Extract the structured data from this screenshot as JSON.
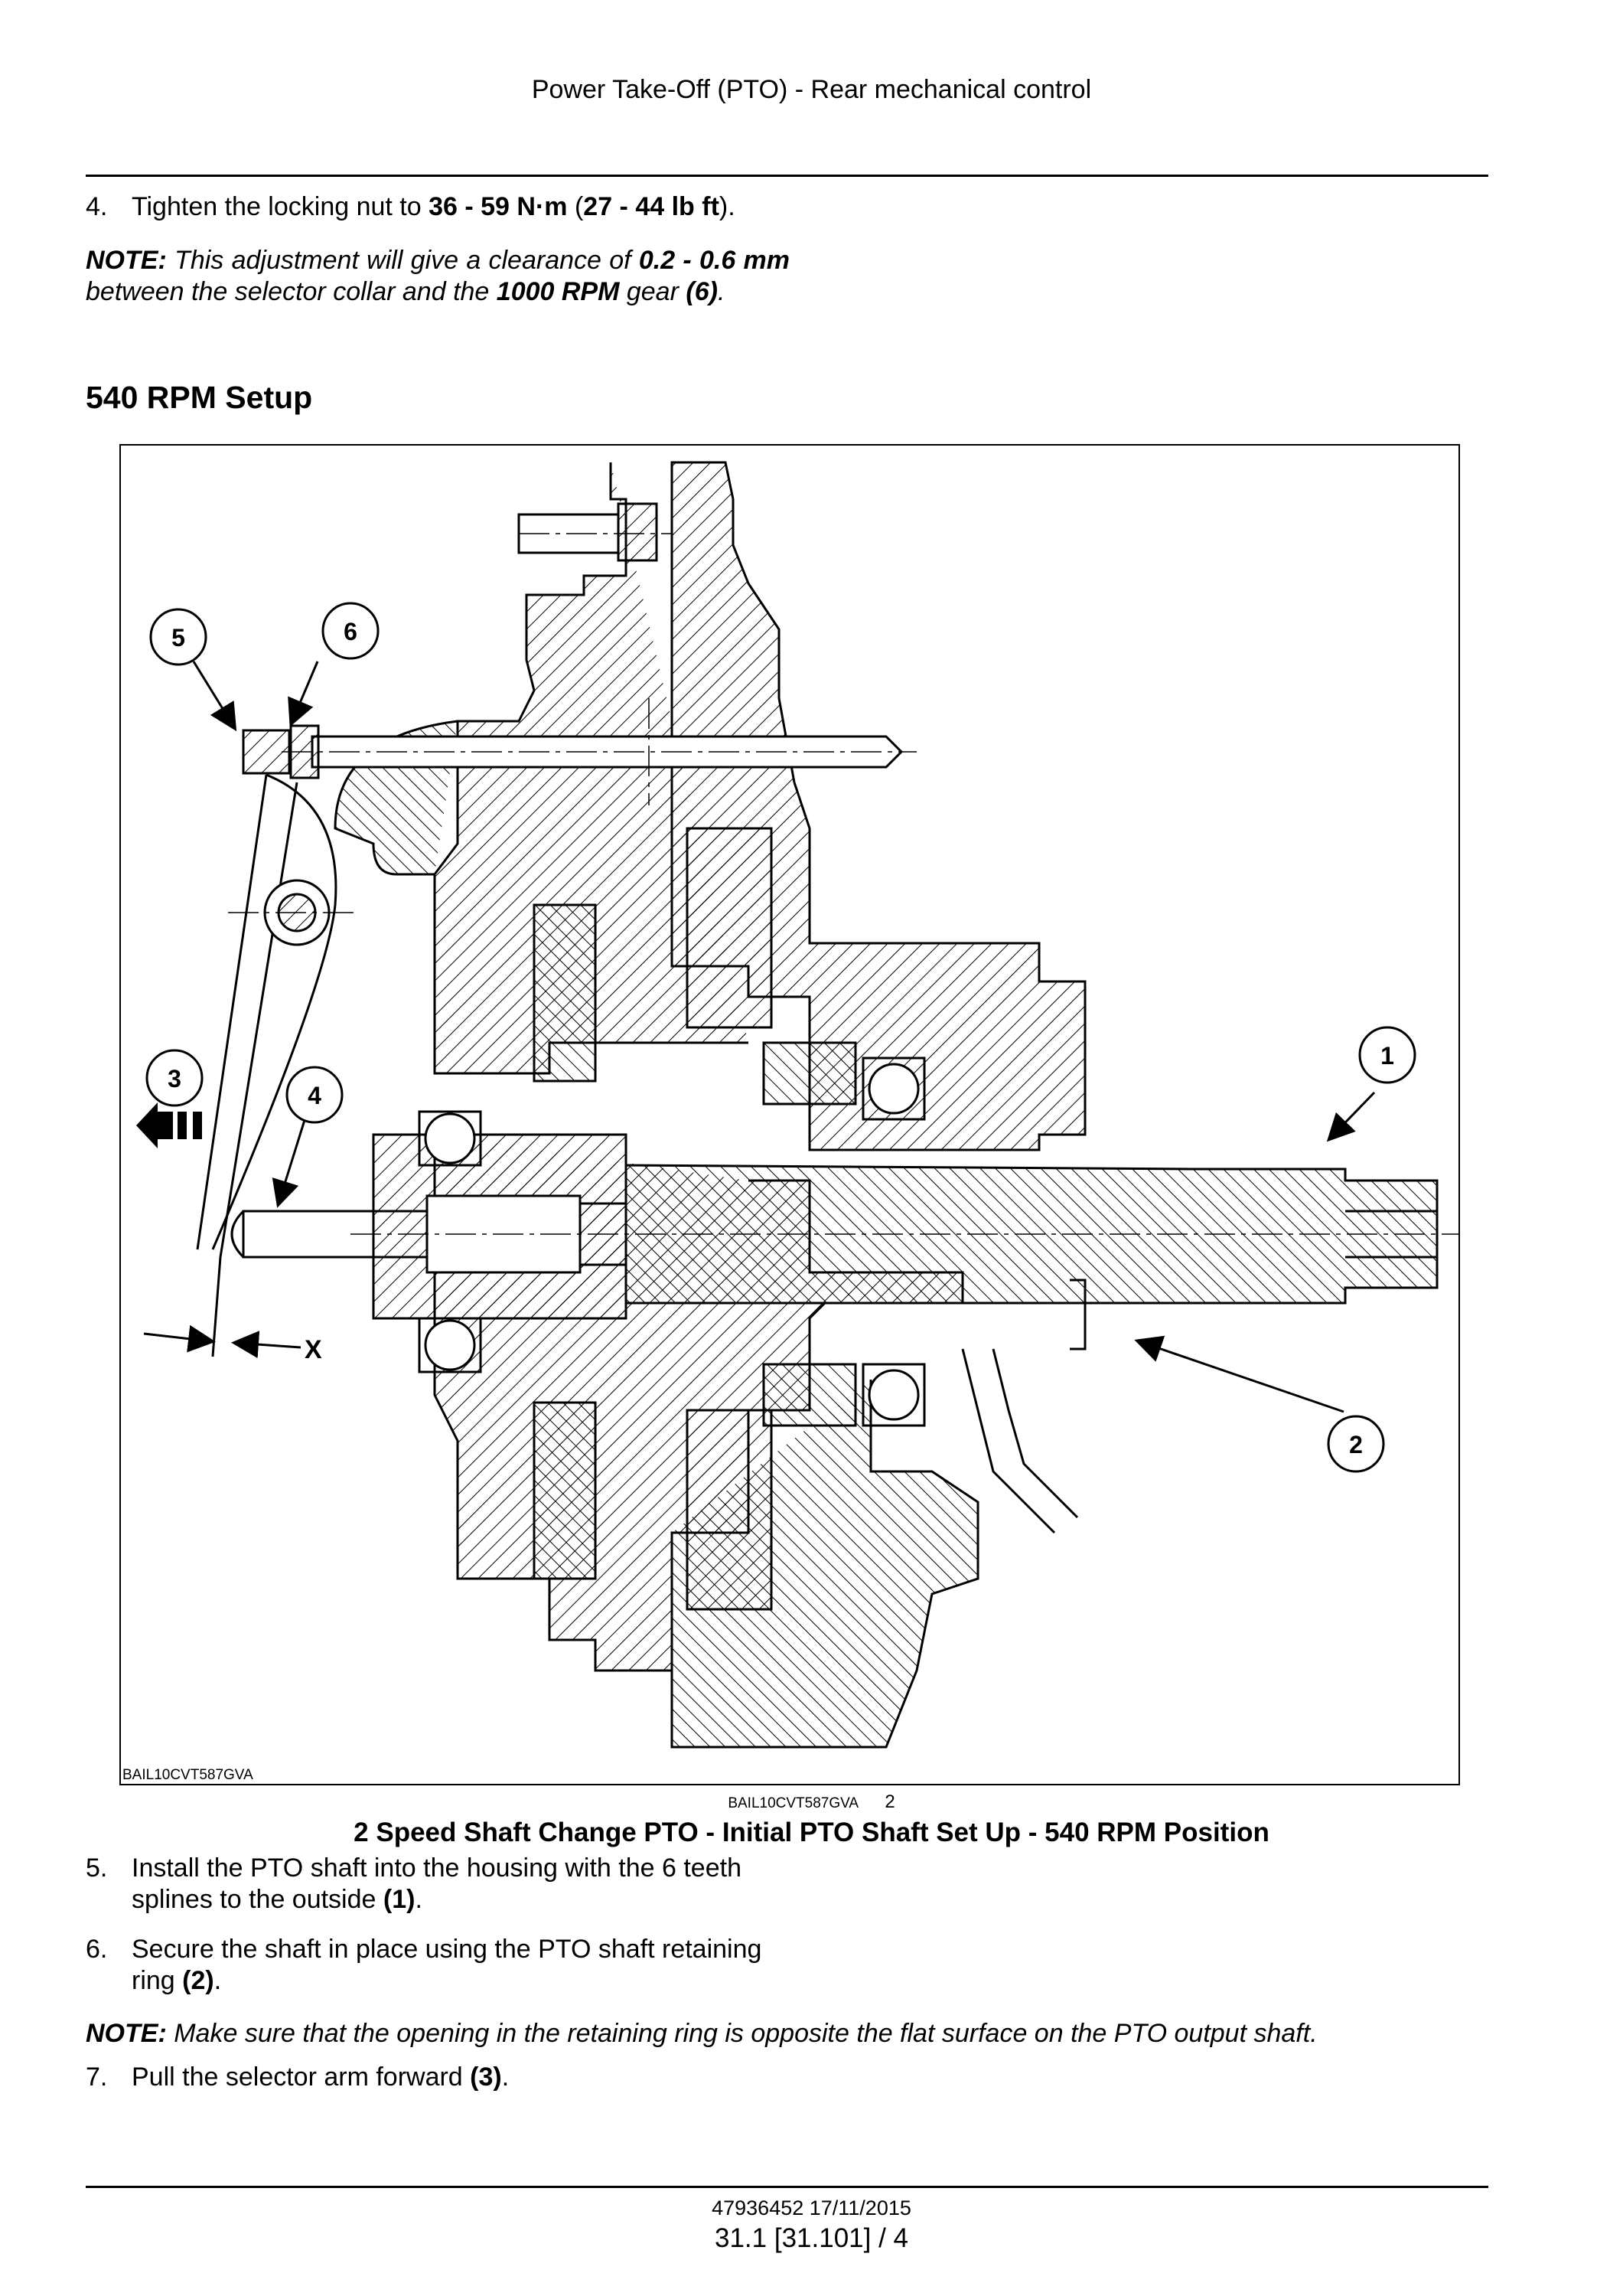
{
  "header": {
    "title": "Power Take-Off (PTO) - Rear mechanical control"
  },
  "step4": {
    "num": "4.",
    "t1": "Tighten the locking nut to ",
    "b1": "36 - 59 N·m",
    "t2": " (",
    "b2": "27 - 44 lb ft",
    "t3": ")."
  },
  "note1": {
    "label": "NOTE:",
    "t1": " This adjustment will give a clearance of ",
    "b1": "0.2 - 0.6 mm",
    "t2": " between the selector collar and the ",
    "b2": "1000 RPM",
    "t3": " gear ",
    "b3": "(6)",
    "t4": "."
  },
  "section_title": "540 RPM Setup",
  "figure": {
    "code_inside": "BAIL10CVT587GVA",
    "code_below": "BAIL10CVT587GVA",
    "figure_number": "2",
    "callouts": [
      "1",
      "2",
      "3",
      "4",
      "5",
      "6"
    ],
    "dimension_label": "X",
    "caption": "2 Speed Shaft Change PTO - Initial PTO Shaft Set Up - 540 RPM Position"
  },
  "step5": {
    "num": "5.",
    "t1": "Install the PTO shaft into the housing with the 6 teeth",
    "t2": "splines to the outside ",
    "b1": "(1)",
    "t3": "."
  },
  "step6": {
    "num": "6.",
    "t1": "Secure the shaft in place using the PTO shaft retaining",
    "t2": "ring ",
    "b1": "(2)",
    "t3": "."
  },
  "note2": {
    "label": "NOTE:",
    "text": " Make sure that the opening in the retaining ring is opposite the flat surface on the PTO output shaft."
  },
  "step7": {
    "num": "7.",
    "t1": "Pull the selector arm forward ",
    "b1": "(3)",
    "t2": "."
  },
  "footer": {
    "doc": "47936452 17/11/2015",
    "page": "31.1 [31.101] / 4"
  }
}
